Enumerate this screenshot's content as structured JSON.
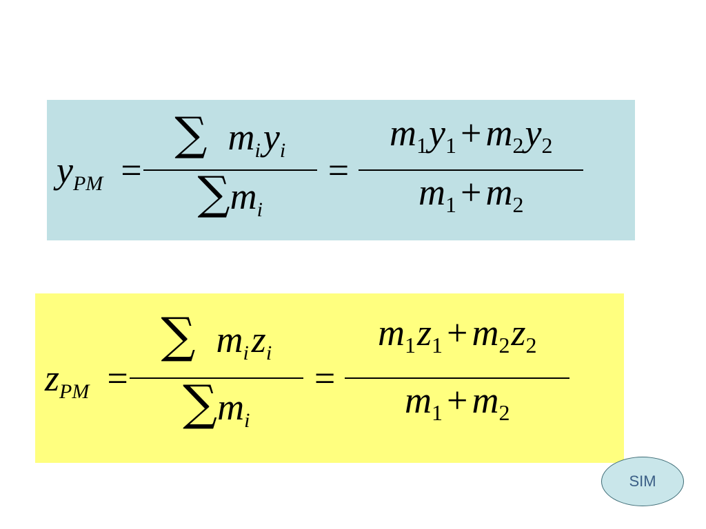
{
  "colors": {
    "box_y_background": "#bfe0e4",
    "box_z_background": "#ffff7f",
    "badge_fill": "#c9e6ea",
    "badge_border": "#3d6b75",
    "badge_text": "#3b5f86"
  },
  "equation_y": {
    "lhs_var": "y",
    "lhs_sub": "PM",
    "equals": "=",
    "sigma": "∑",
    "num_var1": "m",
    "num_sub1": "i",
    "num_var2": "y",
    "num_sub2": "i",
    "den_var": "m",
    "den_sub": "i",
    "rhs_num_m1": "m",
    "rhs_num_m1_sub": "1",
    "rhs_num_v1": "y",
    "rhs_num_v1_sub": "1",
    "plus": "+",
    "rhs_num_m2": "m",
    "rhs_num_m2_sub": "2",
    "rhs_num_v2": "y",
    "rhs_num_v2_sub": "2",
    "rhs_den_m1": "m",
    "rhs_den_m1_sub": "1",
    "rhs_den_m2": "m",
    "rhs_den_m2_sub": "2"
  },
  "equation_z": {
    "lhs_var": "z",
    "lhs_sub": "PM",
    "equals": "=",
    "sigma": "∑",
    "num_var1": "m",
    "num_sub1": "i",
    "num_var2": "z",
    "num_sub2": "i",
    "den_var": "m",
    "den_sub": "i",
    "rhs_num_m1": "m",
    "rhs_num_m1_sub": "1",
    "rhs_num_v1": "z",
    "rhs_num_v1_sub": "1",
    "plus": "+",
    "rhs_num_m2": "m",
    "rhs_num_m2_sub": "2",
    "rhs_num_v2": "z",
    "rhs_num_v2_sub": "2",
    "rhs_den_m1": "m",
    "rhs_den_m1_sub": "1",
    "rhs_den_m2": "m",
    "rhs_den_m2_sub": "2"
  },
  "badge": {
    "label": "SIM"
  }
}
